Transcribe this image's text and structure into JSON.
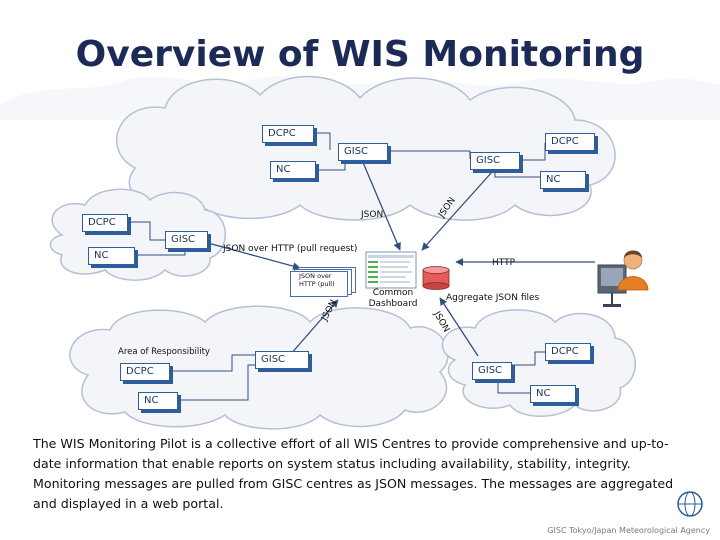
{
  "title": "Overview of WIS Monitoring",
  "nodes": {
    "top_dcpc_left": "DCPC",
    "top_dcpc_right": "DCPC",
    "top_gisc_center": "GISC",
    "top_gisc_right": "GISC",
    "top_nc_left": "NC",
    "top_nc_right": "NC",
    "left_dcpc": "DCPC",
    "left_gisc": "GISC",
    "left_nc": "NC",
    "aor_dcpc": "DCPC",
    "aor_nc": "NC",
    "center_gisc": "GISC",
    "right_dcpc": "DCPC",
    "right_gisc": "GISC",
    "right_nc": "NC"
  },
  "labels": {
    "json_top": "JSON",
    "json_top_right": "JSON",
    "json_over_http": "JSON over HTTP (pull request)",
    "http": "HTTP",
    "doc_stack": "JSON over HTTP (pull)",
    "json_center_left": "JSON",
    "common_dashboard": "Common Dashboard",
    "aggregate": "Aggregate JSON files",
    "json_center_right": "JSON",
    "area_of_responsibility": "Area of Responsibility"
  },
  "caption": "The WIS Monitoring Pilot is a collective effort of all WIS Centres to provide comprehensive and up-to-date information that enable reports on system status including availability, stability, integrity. Monitoring messages are pulled from GISC centres as JSON messages. The messages are aggregated and displayed in a web portal.",
  "footer": "GISC Tokyo/Japan Meteorological Agency",
  "colors": {
    "title": "#1b2a57",
    "cloud_fill": "#f4f5f8",
    "cloud_stroke": "#b5bfd5",
    "node_border": "#2f5d9b",
    "arrow": "#2f4f7f"
  }
}
